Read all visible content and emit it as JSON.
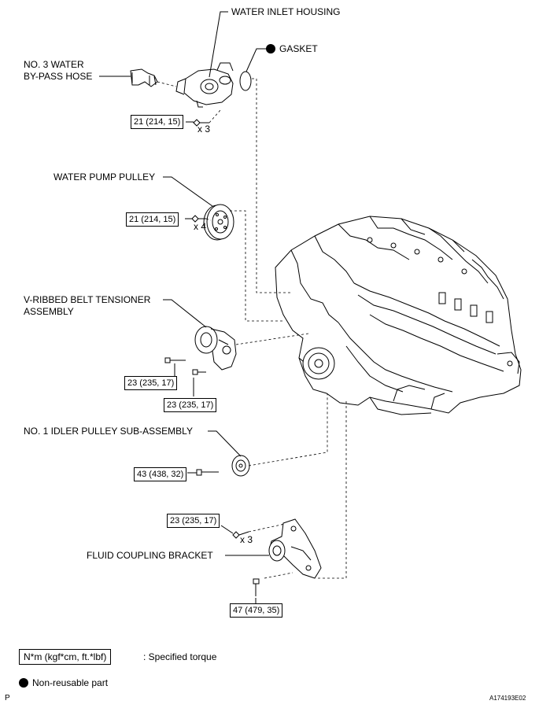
{
  "labels": {
    "water_inlet_housing": "WATER INLET HOUSING",
    "gasket": "GASKET",
    "no3_water_line1": "NO. 3 WATER",
    "no3_water_line2": "BY-PASS HOSE",
    "water_pump_pulley": "WATER PUMP PULLEY",
    "tensioner_line1": "V-RIBBED BELT TENSIONER",
    "tensioner_line2": "ASSEMBLY",
    "idler_pulley": "NO. 1 IDLER PULLEY SUB-ASSEMBLY",
    "fluid_coupling_bracket": "FLUID COUPLING BRACKET"
  },
  "torques": {
    "inlet": "21 (214, 15)",
    "pump": "21 (214, 15)",
    "tensioner_a": "23 (235, 17)",
    "tensioner_b": "23 (235, 17)",
    "idler": "43 (438, 32)",
    "bracket_top": "23 (235, 17)",
    "bracket_bottom": "47 (479, 35)"
  },
  "quantities": {
    "inlet": "x 3",
    "pump": "x 4",
    "bracket": "x 3"
  },
  "legend": {
    "torque_unit": "N*m (kgf*cm, ft.*lbf)",
    "torque_desc": ": Specified torque",
    "nonreusable_desc": "Non-reusable part"
  },
  "footer": {
    "left": "P",
    "right": "A174193E02"
  }
}
